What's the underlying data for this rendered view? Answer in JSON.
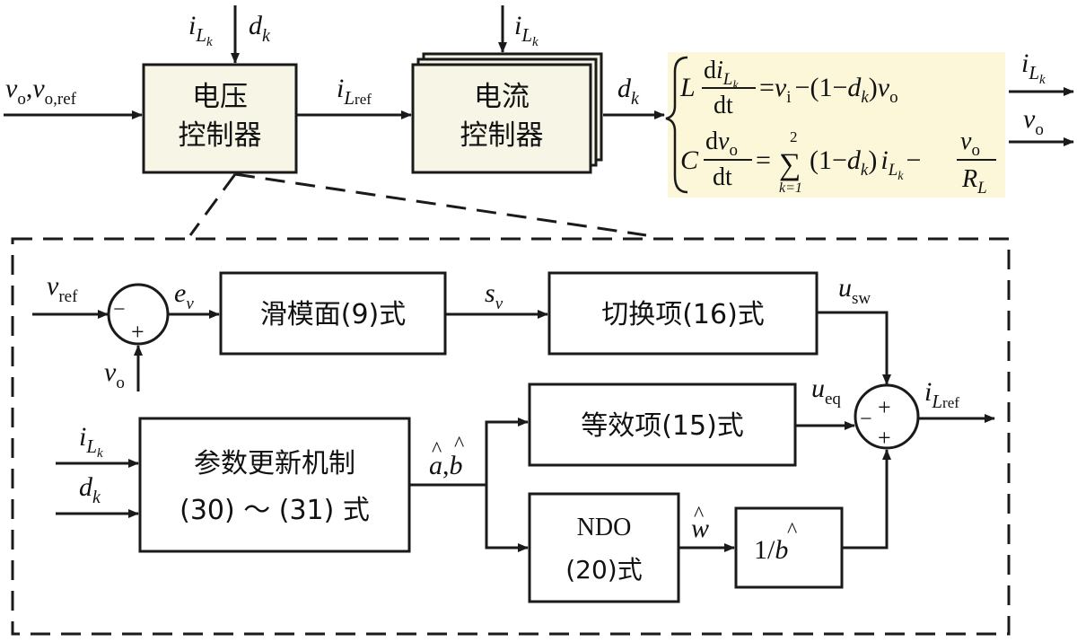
{
  "colors": {
    "cream": "#f7f6e6",
    "eq_bg": "#fbf7d8",
    "line": "#1a1a1a"
  },
  "top": {
    "in_signal_v": "v",
    "in_signal_sub_o": "o",
    "in_signal_comma": ",",
    "in_signal_sub_oref": "o,ref",
    "voltage_ctrl": {
      "line1": "电压",
      "line2": "控制器"
    },
    "current_ctrl": {
      "line1": "电流",
      "line2": "控制器"
    },
    "i_sym": "i",
    "L_sym": "L",
    "k_sym": "k",
    "d_sym": "d",
    "ref_sub": "ref"
  },
  "equations": {
    "eq1": {
      "L": "L",
      "d_num": "d",
      "i": "i",
      "dt": "dt",
      "equals": "=",
      "v": "v",
      "i_sub": "i",
      "minus_open": "−(1−",
      "d": "d",
      "k": "k",
      "close": ")",
      "vo": "v",
      "o": "o"
    },
    "eq2": {
      "C": "C",
      "d_num": "d",
      "v": "v",
      "o": "o",
      "dt": "dt",
      "equals": "=",
      "sum_top": "2",
      "sum_sym": "∑",
      "sum_bot": "k=1",
      "open": "(1−",
      "d": "d",
      "k": "k",
      "close": ")",
      "i": "i",
      "L": "L",
      "minus": "−",
      "vo": "v",
      "RL": "R",
      "RLsub": "L"
    },
    "out_i": "i",
    "out_v": "v"
  },
  "lower": {
    "v_ref": "v",
    "ref": "ref",
    "e_v": "e",
    "v_sub": "v",
    "minus": "−",
    "plus": "+",
    "vo": "v",
    "o": "o",
    "sliding_surface": "滑模面(9)式",
    "s_v": "s",
    "switching_term": "切换项(16)式",
    "u_sw": "u",
    "sw": "sw",
    "u_eq": "u",
    "eq": "eq",
    "equivalent_term": "等效项(15)式",
    "param_update": {
      "line1": "参数更新机制",
      "line2": "(30) ～ (31) 式"
    },
    "a_hat": "a",
    "b_hat": "b",
    "hat_comma": ",",
    "ndo": {
      "line1": "NDO",
      "line2": "(20)式"
    },
    "w_hat": "w",
    "hat": "^",
    "inv_b": "1/",
    "i_Lref": "i"
  }
}
